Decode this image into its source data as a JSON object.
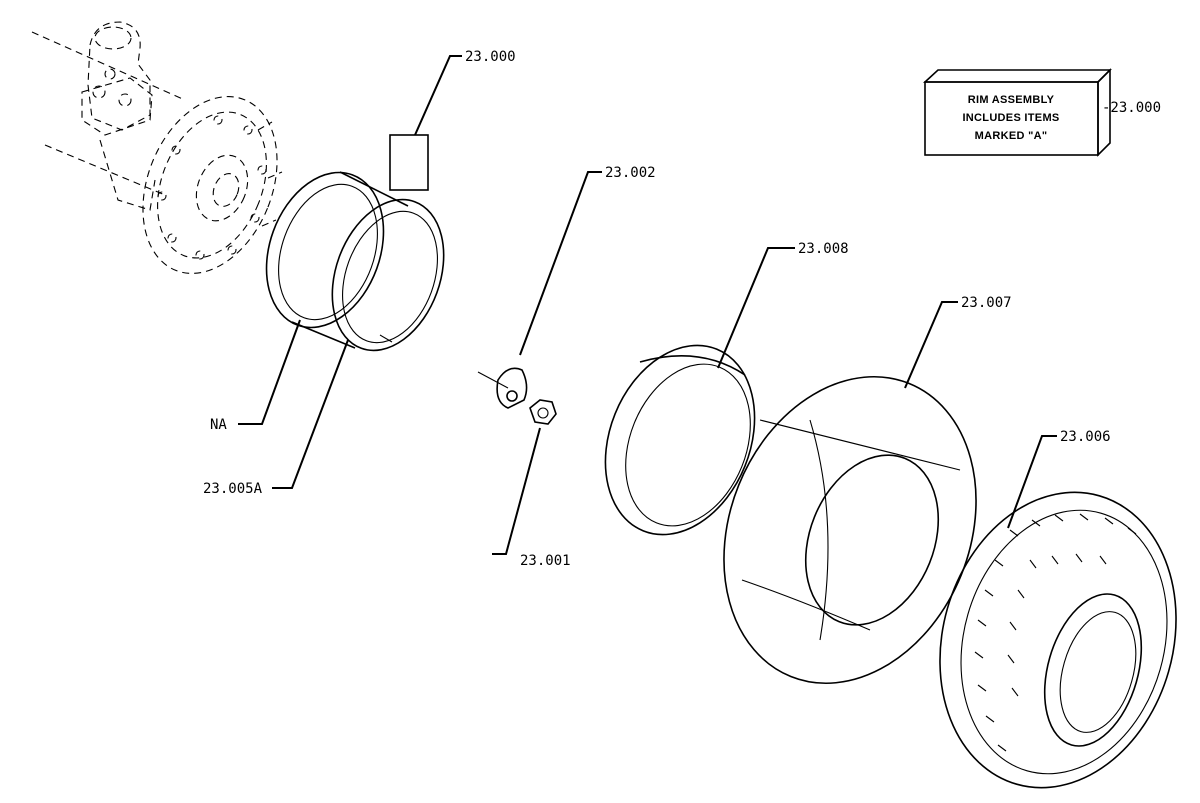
{
  "note_box": {
    "lines": [
      "RIM ASSEMBLY",
      "INCLUDES ITEMS",
      "MARKED \"A\""
    ],
    "ref": "-23.000"
  },
  "labels": {
    "rim_assembly": "23.000",
    "lock_ring": "23.002",
    "flap": "23.008",
    "tube": "23.007",
    "tire": "23.006",
    "hub_na": "NA",
    "rim_base": "23.005A",
    "nut": "23.001"
  }
}
